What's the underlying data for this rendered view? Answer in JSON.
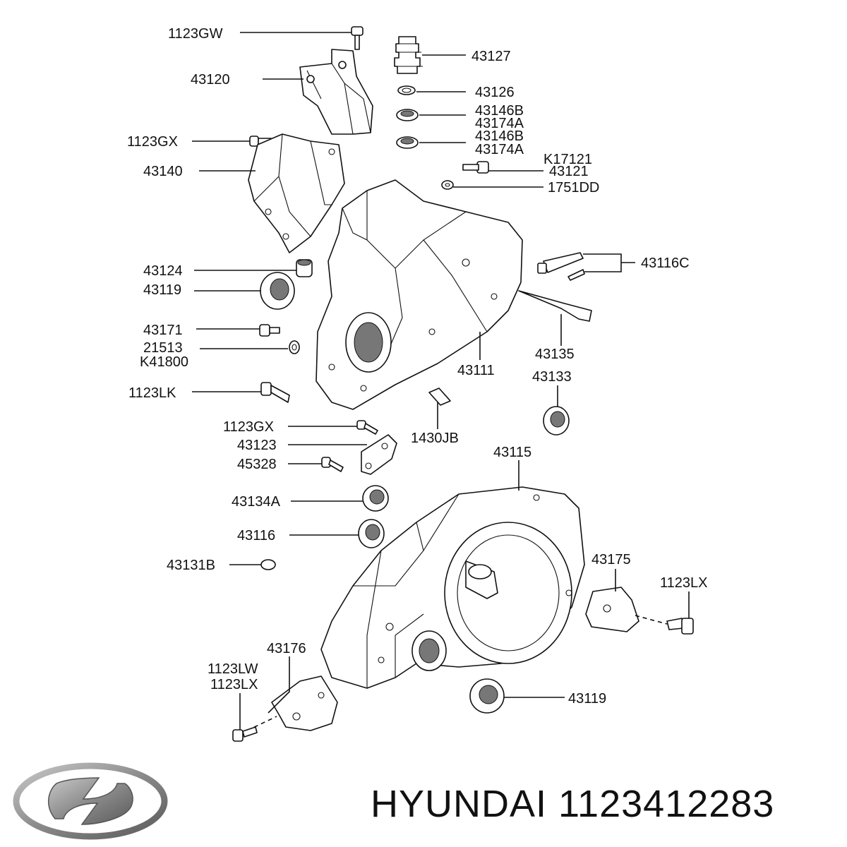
{
  "callouts": [
    {
      "id": "c1",
      "label": "1123GW"
    },
    {
      "id": "c2",
      "label": "43127"
    },
    {
      "id": "c3",
      "label": "43120"
    },
    {
      "id": "c4",
      "label": "43126"
    },
    {
      "id": "c5",
      "label": "43146B"
    },
    {
      "id": "c6",
      "label": "43174A"
    },
    {
      "id": "c7",
      "label": "1123GX"
    },
    {
      "id": "c8",
      "label": "43146B"
    },
    {
      "id": "c9",
      "label": "43174A"
    },
    {
      "id": "c10",
      "label": "K17121"
    },
    {
      "id": "c11",
      "label": "43140"
    },
    {
      "id": "c12",
      "label": "43121"
    },
    {
      "id": "c13",
      "label": "1751DD"
    },
    {
      "id": "c14",
      "label": "43116C"
    },
    {
      "id": "c15",
      "label": "43124"
    },
    {
      "id": "c16",
      "label": "43119"
    },
    {
      "id": "c17",
      "label": "43171"
    },
    {
      "id": "c18",
      "label": "21513"
    },
    {
      "id": "c19",
      "label": "K41800"
    },
    {
      "id": "c20",
      "label": "43135"
    },
    {
      "id": "c21",
      "label": "43111"
    },
    {
      "id": "c22",
      "label": "43133"
    },
    {
      "id": "c23",
      "label": "1123LK"
    },
    {
      "id": "c24",
      "label": "1123GX"
    },
    {
      "id": "c25",
      "label": "1430JB"
    },
    {
      "id": "c26",
      "label": "43123"
    },
    {
      "id": "c27",
      "label": "43115"
    },
    {
      "id": "c28",
      "label": "45328"
    },
    {
      "id": "c29",
      "label": "43134A"
    },
    {
      "id": "c30",
      "label": "43116"
    },
    {
      "id": "c31",
      "label": "43175"
    },
    {
      "id": "c32",
      "label": "43131B"
    },
    {
      "id": "c33",
      "label": "1123LX"
    },
    {
      "id": "c34",
      "label": "43176"
    },
    {
      "id": "c35",
      "label": "1123LW"
    },
    {
      "id": "c36",
      "label": "1123LX"
    },
    {
      "id": "c37",
      "label": "43119"
    }
  ],
  "footer": {
    "brand_text": "HYUNDAI 1123412283"
  },
  "logo": {
    "name": "hyundai-logo-icon",
    "color": "#8a8a8a"
  }
}
